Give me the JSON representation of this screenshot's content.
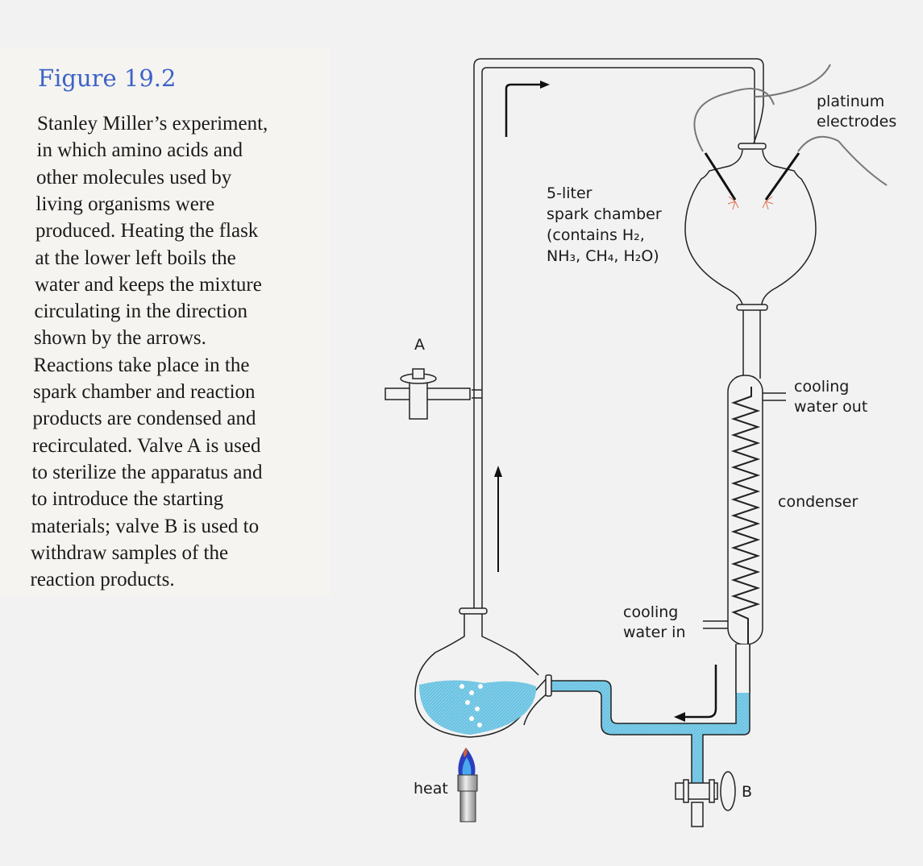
{
  "figure": {
    "title": "Figure 19.2",
    "caption_lines": [
      "Stanley Miller’s experiment,",
      "in which amino acids and",
      "other molecules used by",
      "living organisms were",
      "produced. Heating the flask",
      "at the lower left boils the",
      "water and keeps the mixture",
      "circulating in the direction",
      "shown by the arrows.",
      "Reactions take place in the",
      "spark chamber and reaction",
      "products are condensed and",
      "recirculated. Valve A is used",
      "to sterilize the apparatus and",
      "to introduce the starting",
      "materials; valve B is used to",
      "withdraw samples of the",
      "reaction products."
    ]
  },
  "labels": {
    "electrodes": [
      "platinum",
      "electrodes"
    ],
    "chamber": [
      "5-liter",
      "spark chamber",
      "(contains H₂,",
      "NH₃, CH₄, H₂O)"
    ],
    "valve_a": "A",
    "valve_b": "B",
    "cooling_out": [
      "cooling",
      "water out"
    ],
    "condenser": "condenser",
    "cooling_in": [
      "cooling",
      "water in"
    ],
    "heat": "heat"
  },
  "colors": {
    "title": "#3d63c8",
    "water": "#7fcde8",
    "flame_outer": "#2a3fc0",
    "flame_inner": "#4aa8ee",
    "spark": "#e07050"
  }
}
